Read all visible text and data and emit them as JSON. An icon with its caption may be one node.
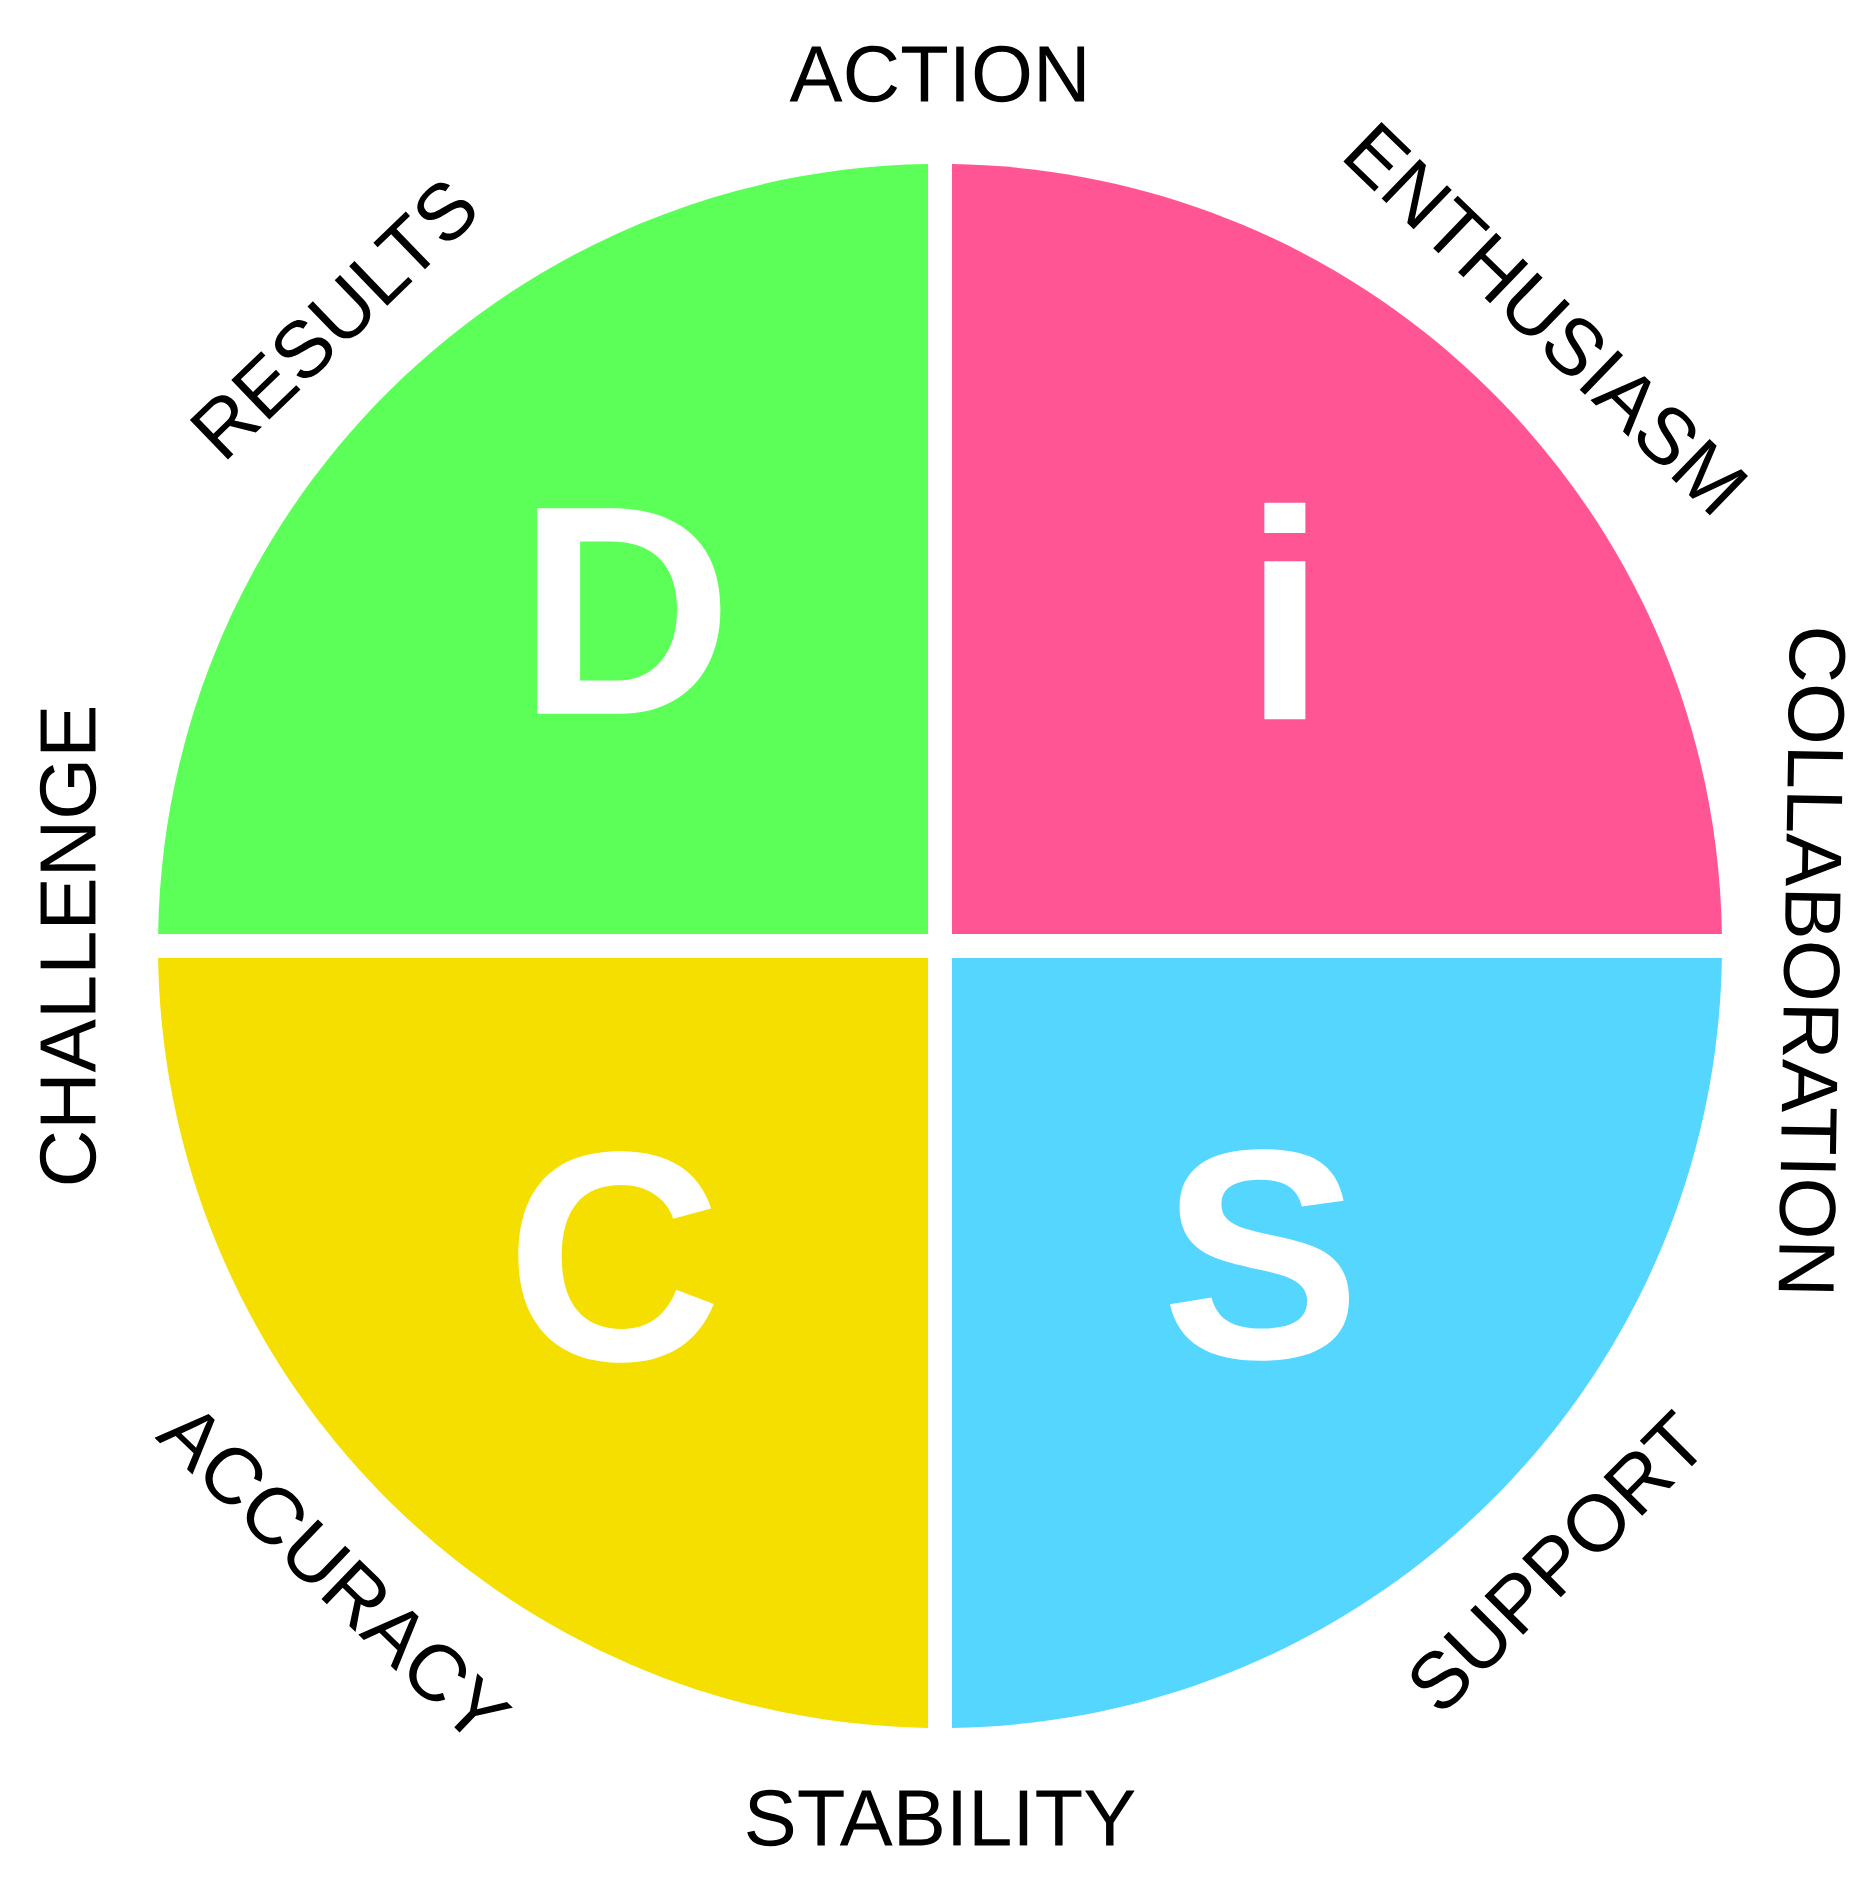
{
  "diagram": {
    "nodes": [
      {
        "text": [
          "D"
        ]
      },
      {
        "text": [
          "i"
        ]
      },
      {
        "text": [
          "C"
        ]
      },
      {
        "text": [
          "S"
        ]
      }
    ],
    "labels": [
      "ACTION",
      "ENTHUSIASM",
      "COLLABORATION",
      "SUPPORT",
      "STABILITY",
      "ACCURACY",
      "CHALLENGE",
      "RESULTS"
    ]
  }
}
